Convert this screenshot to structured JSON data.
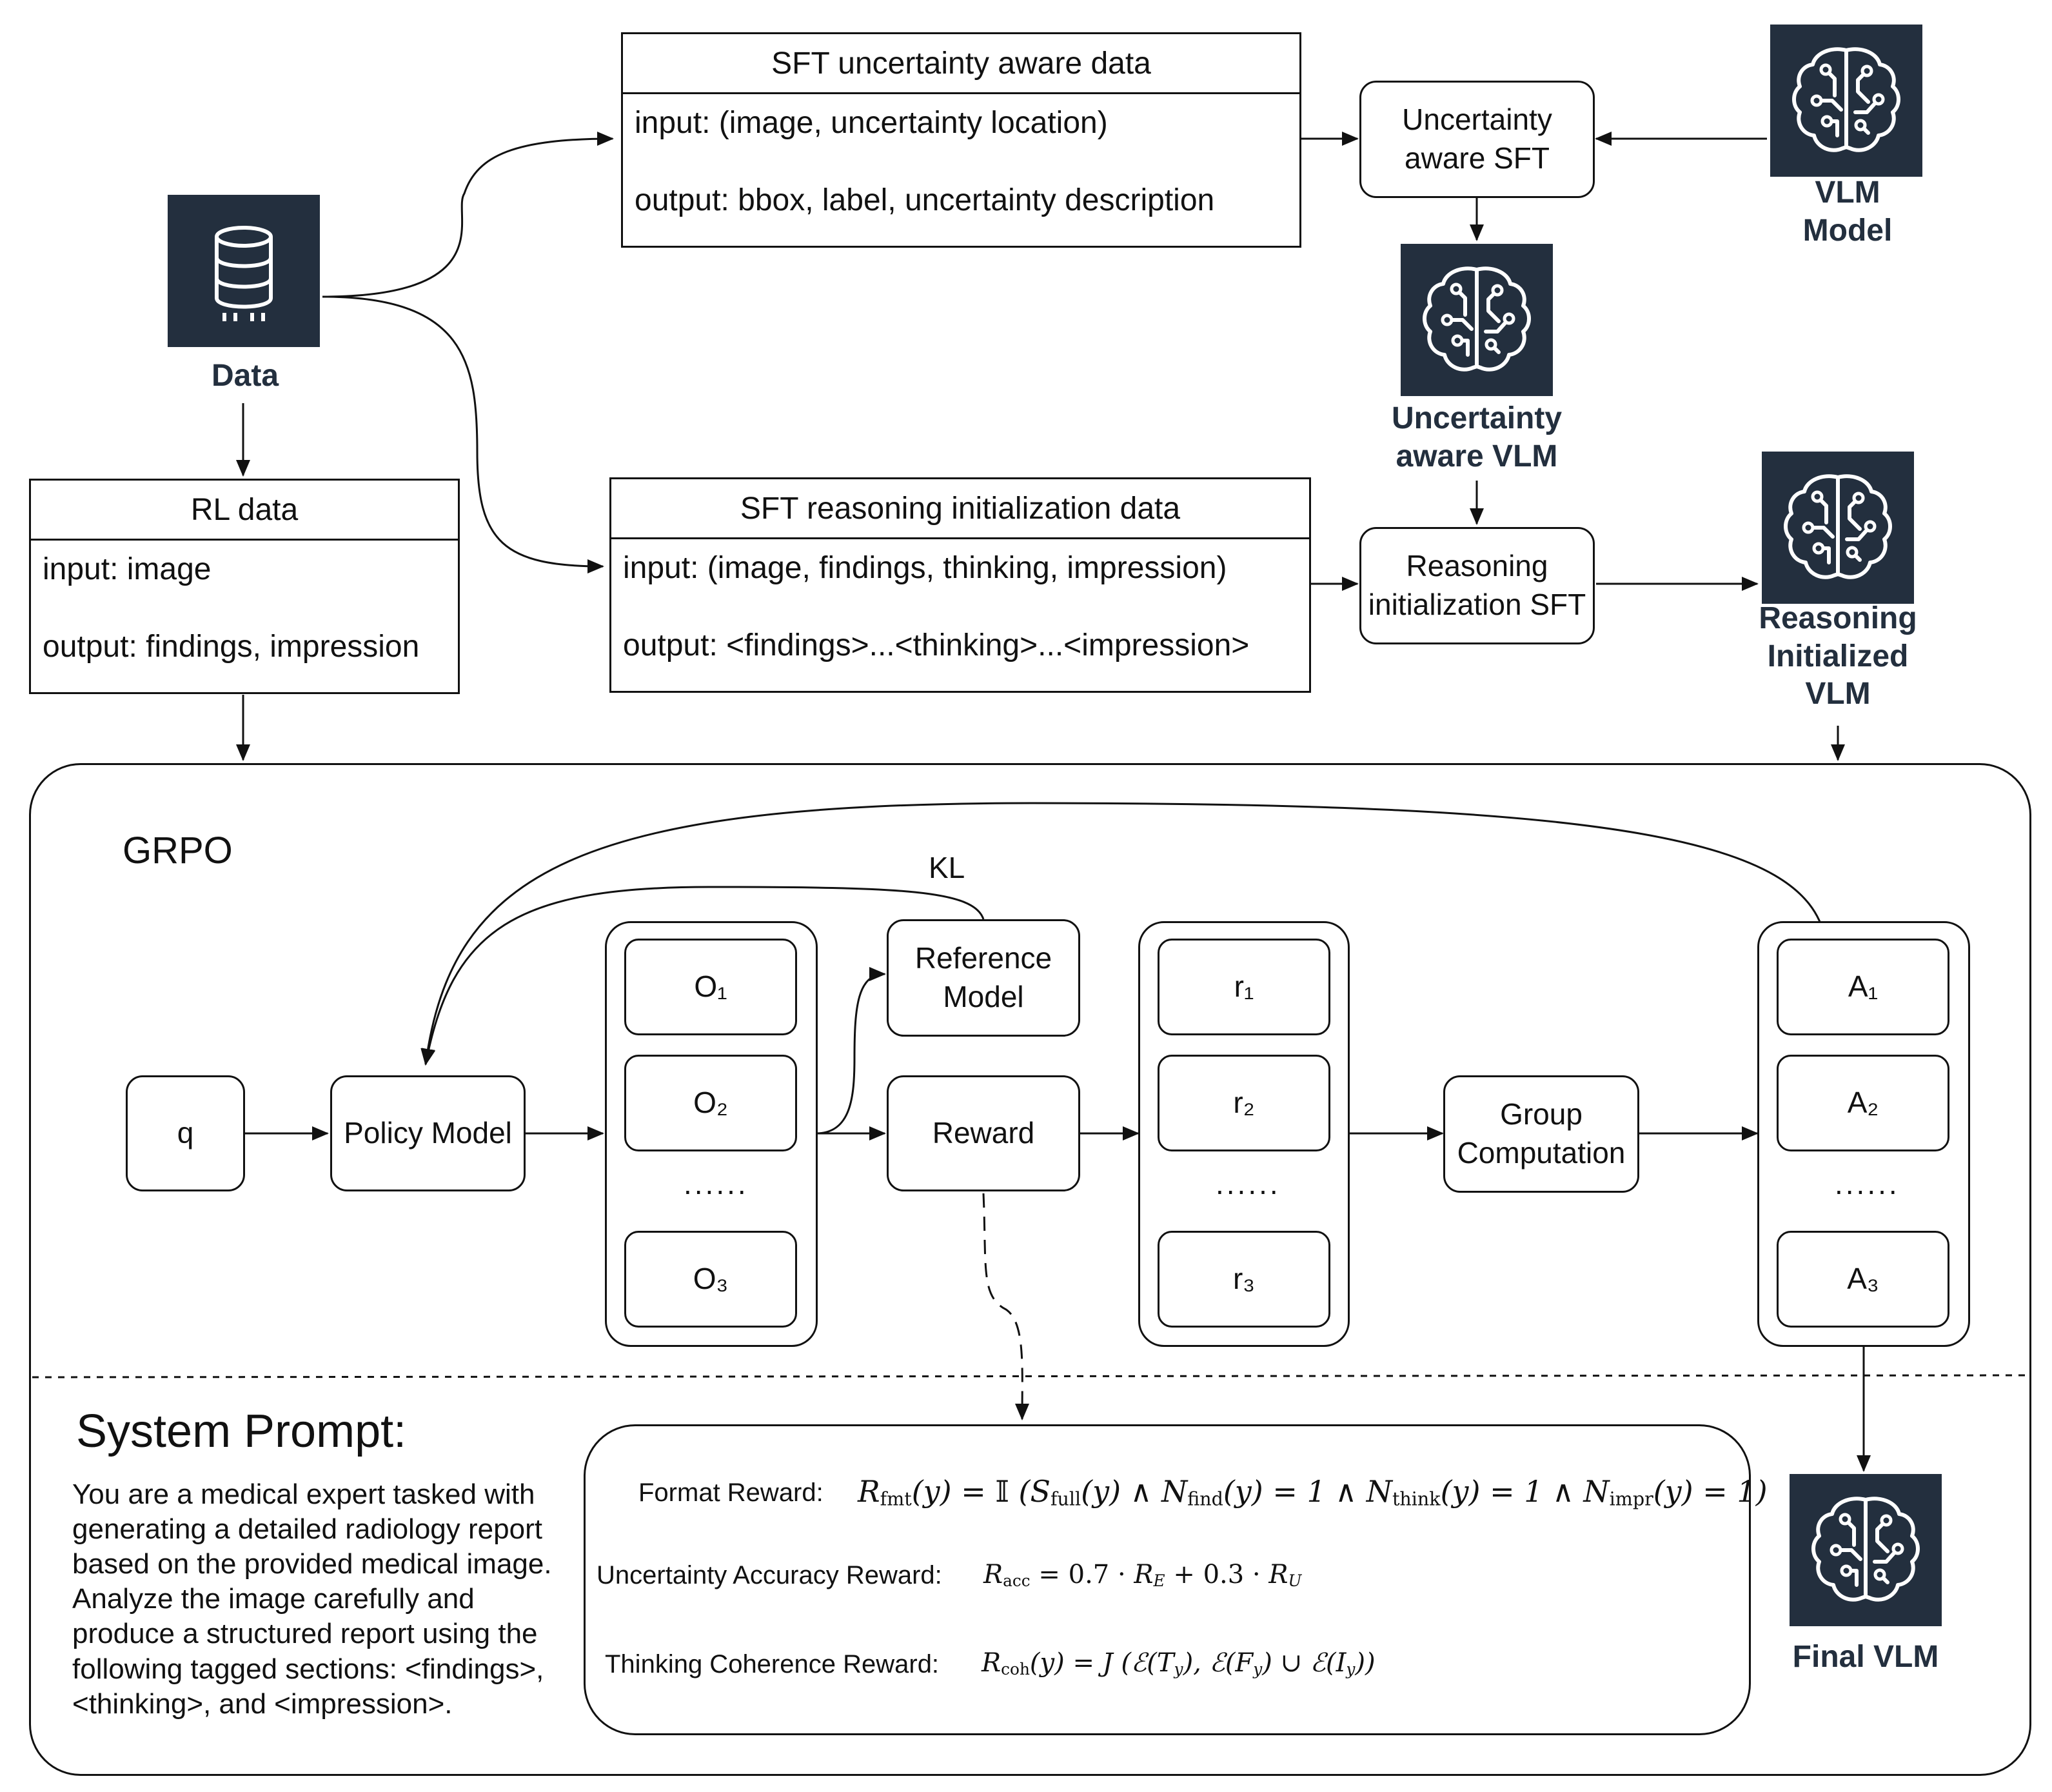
{
  "data_node": {
    "label": "Data",
    "icon": "database-icon"
  },
  "vlm_model": {
    "label_line1": "VLM",
    "label_line2": "Model",
    "icon": "brain-circuit-icon"
  },
  "uncertainty_vlm": {
    "label_line1": "Uncertainty",
    "label_line2": "aware VLM",
    "icon": "brain-circuit-icon"
  },
  "reasoning_vlm": {
    "label_line1": "Reasoning",
    "label_line2": "Initialized",
    "label_line3": "VLM",
    "icon": "brain-circuit-icon"
  },
  "final_vlm": {
    "label": "Final VLM",
    "icon": "brain-circuit-icon"
  },
  "sft_uncertainty_data": {
    "title": "SFT uncertainty aware data",
    "input": "input: (image, uncertainty location)",
    "output": "output: bbox, label, uncertainty description"
  },
  "sft_reasoning_data": {
    "title": "SFT reasoning initialization data",
    "input": "input: (image, findings, thinking, impression)",
    "output": "output: <findings>...<thinking>...<impression>"
  },
  "rl_data": {
    "title": "RL data",
    "input": "input: image",
    "output": "output: findings, impression"
  },
  "uncertainty_sft": {
    "line1": "Uncertainty",
    "line2": "aware SFT"
  },
  "reasoning_sft": {
    "line1": "Reasoning",
    "line2": "initialization SFT"
  },
  "grpo": {
    "title": "GRPO",
    "kl": "KL",
    "q": "q",
    "policy_model": "Policy Model",
    "reference_model_line1": "Reference",
    "reference_model_line2": "Model",
    "reward": "Reward",
    "group_line1": "Group",
    "group_line2": "Computation",
    "outputs": [
      "O₁",
      "O₂",
      "O₃"
    ],
    "rewards": [
      "r₁",
      "r₂",
      "r₃"
    ],
    "advantages": [
      "A₁",
      "A₂",
      "A₃"
    ],
    "ellipsis": "......"
  },
  "system_prompt": {
    "title": "System Prompt:",
    "lines": [
      "You are a medical expert tasked with",
      "generating a detailed radiology report",
      "based on the provided medical image.",
      "Analyze the image carefully and",
      "produce a structured report using the",
      "following tagged sections: <findings>,",
      "<thinking>, and <impression>."
    ]
  },
  "rewards_box": {
    "format_label": "Format Reward:",
    "accuracy_label": "Uncertainty Accuracy Reward:",
    "coherence_label": "Thinking Coherence Reward:"
  }
}
